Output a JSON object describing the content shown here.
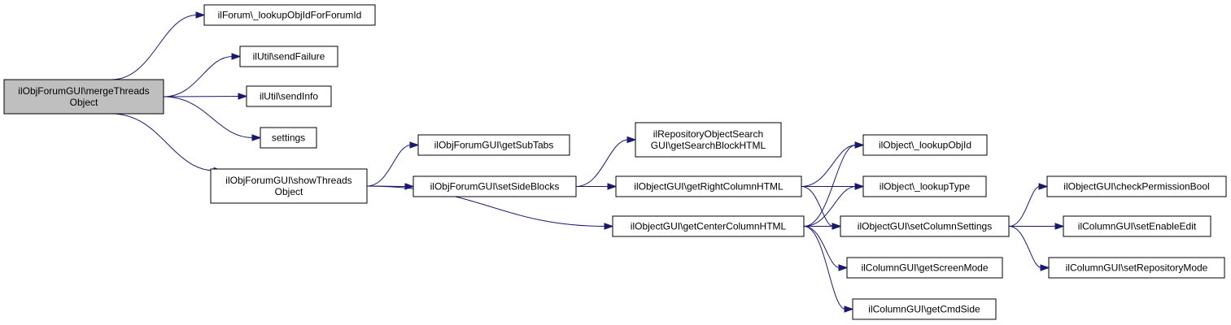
{
  "nodes": [
    {
      "id": "n_merge",
      "lines": [
        "ilObjForumGUI\\mergeThreads",
        "Object"
      ],
      "root": true
    },
    {
      "id": "n_lookupForum",
      "lines": [
        "ilForum\\_lookupObjIdForForumId"
      ]
    },
    {
      "id": "n_sendFailure",
      "lines": [
        "ilUtil\\sendFailure"
      ]
    },
    {
      "id": "n_sendInfo",
      "lines": [
        "ilUtil\\sendInfo"
      ]
    },
    {
      "id": "n_settings",
      "lines": [
        "settings"
      ]
    },
    {
      "id": "n_showThreads",
      "lines": [
        "ilObjForumGUI\\showThreads",
        "Object"
      ]
    },
    {
      "id": "n_getSubTabs",
      "lines": [
        "ilObjForumGUI\\getSubTabs"
      ]
    },
    {
      "id": "n_setSideBlocks",
      "lines": [
        "ilObjForumGUI\\setSideBlocks"
      ]
    },
    {
      "id": "n_getSearchBlock",
      "lines": [
        "ilRepositoryObjectSearch",
        "GUI\\getSearchBlockHTML"
      ]
    },
    {
      "id": "n_getRightColumn",
      "lines": [
        "ilObjectGUI\\getRightColumnHTML"
      ]
    },
    {
      "id": "n_getCenterColumn",
      "lines": [
        "ilObjectGUI\\getCenterColumnHTML"
      ]
    },
    {
      "id": "n_lookupObjId",
      "lines": [
        "ilObject\\_lookupObjId"
      ]
    },
    {
      "id": "n_lookupType",
      "lines": [
        "ilObject\\_lookupType"
      ]
    },
    {
      "id": "n_setColumnSettings",
      "lines": [
        "ilObjectGUI\\setColumnSettings"
      ]
    },
    {
      "id": "n_getScreenMode",
      "lines": [
        "ilColumnGUI\\getScreenMode"
      ]
    },
    {
      "id": "n_getCmdSide",
      "lines": [
        "ilColumnGUI\\getCmdSide"
      ]
    },
    {
      "id": "n_checkPermission",
      "lines": [
        "ilObjectGUI\\checkPermissionBool"
      ]
    },
    {
      "id": "n_setEnableEdit",
      "lines": [
        "ilColumnGUI\\setEnableEdit"
      ]
    },
    {
      "id": "n_setRepositoryMode",
      "lines": [
        "ilColumnGUI\\setRepositoryMode"
      ]
    }
  ],
  "edges": [
    {
      "from": "n_merge",
      "to": "n_lookupForum"
    },
    {
      "from": "n_merge",
      "to": "n_sendFailure"
    },
    {
      "from": "n_merge",
      "to": "n_sendInfo"
    },
    {
      "from": "n_merge",
      "to": "n_settings"
    },
    {
      "from": "n_merge",
      "to": "n_showThreads"
    },
    {
      "from": "n_showThreads",
      "to": "n_getSubTabs"
    },
    {
      "from": "n_showThreads",
      "to": "n_setSideBlocks"
    },
    {
      "from": "n_showThreads",
      "to": "n_getCenterColumn"
    },
    {
      "from": "n_setSideBlocks",
      "to": "n_getSearchBlock"
    },
    {
      "from": "n_setSideBlocks",
      "to": "n_getRightColumn"
    },
    {
      "from": "n_getRightColumn",
      "to": "n_lookupObjId"
    },
    {
      "from": "n_getRightColumn",
      "to": "n_lookupType"
    },
    {
      "from": "n_getRightColumn",
      "to": "n_setColumnSettings"
    },
    {
      "from": "n_getCenterColumn",
      "to": "n_lookupObjId"
    },
    {
      "from": "n_getCenterColumn",
      "to": "n_lookupType"
    },
    {
      "from": "n_getCenterColumn",
      "to": "n_setColumnSettings"
    },
    {
      "from": "n_getCenterColumn",
      "to": "n_getScreenMode"
    },
    {
      "from": "n_getCenterColumn",
      "to": "n_getCmdSide"
    },
    {
      "from": "n_setColumnSettings",
      "to": "n_checkPermission"
    },
    {
      "from": "n_setColumnSettings",
      "to": "n_setEnableEdit"
    },
    {
      "from": "n_setColumnSettings",
      "to": "n_setRepositoryMode"
    }
  ],
  "colors": {
    "edge": "#191970",
    "node_border": "#000000",
    "node_fill": "#ffffff",
    "root_fill": "#bfbfbf",
    "background": "#ffffff"
  }
}
